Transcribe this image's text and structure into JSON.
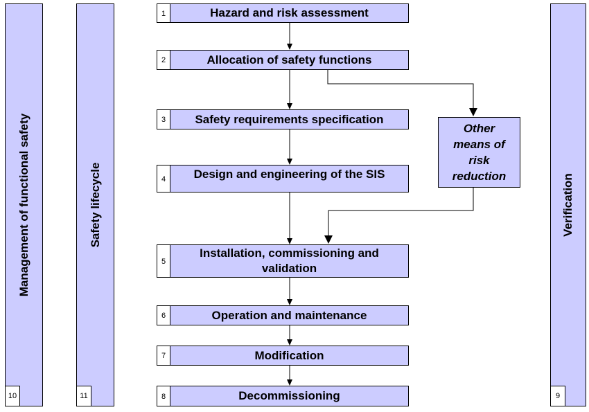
{
  "side_bars": {
    "management": {
      "label": "Management of functional safety",
      "number": "10"
    },
    "lifecycle": {
      "label": "Safety lifecycle",
      "number": "11"
    },
    "verification": {
      "label": "Verification",
      "number": "9"
    }
  },
  "steps": [
    {
      "number": "1",
      "label": "Hazard and risk assessment"
    },
    {
      "number": "2",
      "label": "Allocation of safety functions"
    },
    {
      "number": "3",
      "label": "Safety requirements specification"
    },
    {
      "number": "4",
      "label": "Design and engineering of the SIS"
    },
    {
      "number": "5",
      "label": "Installation, commissioning and validation"
    },
    {
      "number": "6",
      "label": "Operation and maintenance"
    },
    {
      "number": "7",
      "label": "Modification"
    },
    {
      "number": "8",
      "label": "Decommissioning"
    }
  ],
  "other_box": {
    "label": "Other means of risk reduction"
  },
  "colors": {
    "box_fill": "#ccccff",
    "border": "#000000"
  }
}
